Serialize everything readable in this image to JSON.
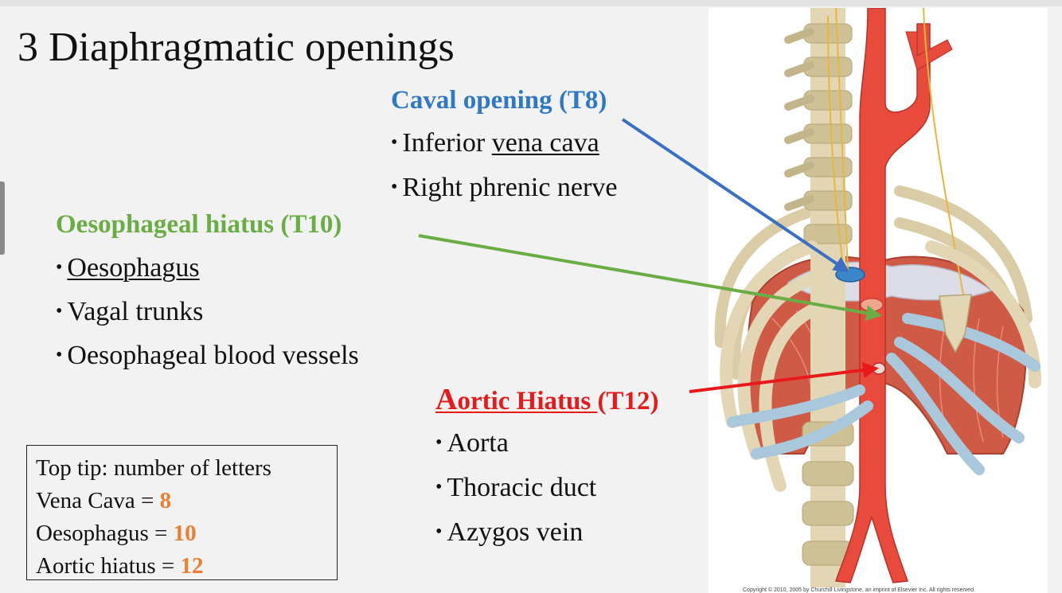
{
  "slide": {
    "title": "3 Diaphragmatic openings"
  },
  "caval": {
    "heading": "Caval opening (T8)",
    "items": [
      {
        "pre": "Inferior ",
        "underlined": "vena cava"
      },
      {
        "pre": "Right phrenic nerve",
        "underlined": ""
      }
    ]
  },
  "oesophageal": {
    "heading": "Oesophageal hiatus (T10)",
    "items": [
      {
        "pre": "",
        "underlined": "Oesophagus"
      },
      {
        "pre": "Vagal trunks",
        "underlined": ""
      },
      {
        "pre": "Oesophageal blood vessels",
        "underlined": ""
      }
    ]
  },
  "aortic": {
    "heading_first": "A",
    "heading_rest": "ortic Hiatus ",
    "heading_tail": "(T12)",
    "items": [
      "Aorta",
      "Thoracic duct",
      "Azygos vein"
    ]
  },
  "tip": {
    "title": "Top tip: number of letters",
    "rows": [
      {
        "label": "Vena Cava = ",
        "value": "8"
      },
      {
        "label": "Oesophagus = ",
        "value": "10"
      },
      {
        "label": "Aortic hiatus = ",
        "value": "12"
      }
    ]
  },
  "figure": {
    "copyright": "Copyright © 2010, 2005 by Churchill Livingstone, an imprint of Elsevier Inc. All rights reserved."
  },
  "colors": {
    "caval": "#2e78c4",
    "oesophageal": "#6aad45",
    "aortic": "#e8191a",
    "tip_numbers": "#ed7d31",
    "muscle": "#cf5b47",
    "bone": "#e2d6b4",
    "vessel": "#e84a3c",
    "cartilage": "#a9c8dc"
  }
}
